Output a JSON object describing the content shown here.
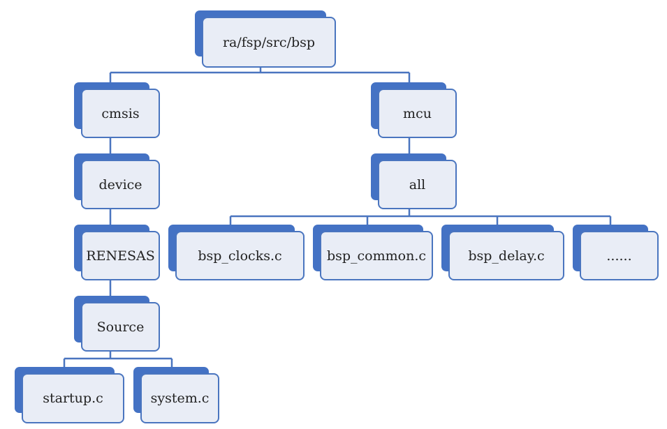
{
  "colors": {
    "node_shadow": "#4472c4",
    "node_fill": "#e9edf6",
    "node_border": "#4a75bf",
    "connector": "#4a75bf",
    "text": "#222222"
  },
  "tree": {
    "root": "ra/fsp/src/bsp",
    "cmsis": "cmsis",
    "device": "device",
    "renesas": "RENESAS",
    "source": "Source",
    "startup": "startup.c",
    "system": "system.c",
    "mcu": "mcu",
    "all": "all",
    "bsp_clocks": "bsp_clocks.c",
    "bsp_common": "bsp_common.c",
    "bsp_delay": "bsp_delay.c",
    "more": "......"
  }
}
